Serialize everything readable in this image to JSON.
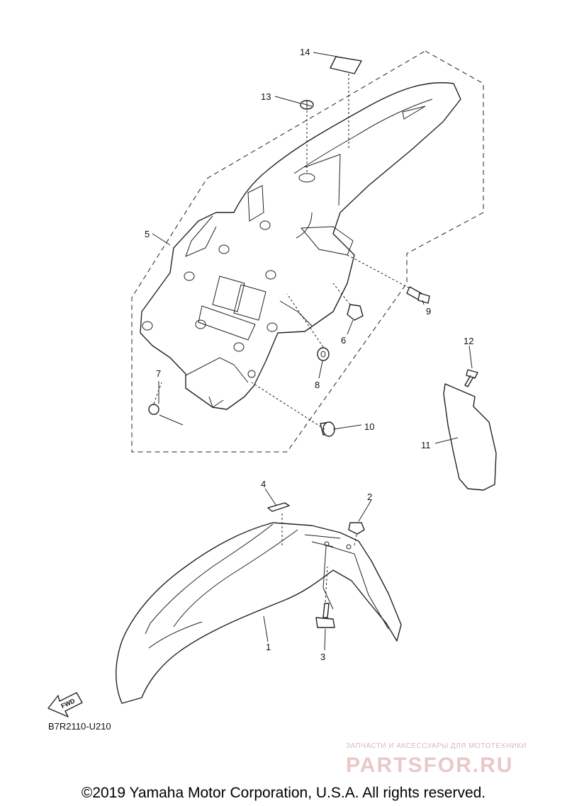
{
  "diagram": {
    "callouts": [
      {
        "id": "c1",
        "label": "1"
      },
      {
        "id": "c2",
        "label": "2"
      },
      {
        "id": "c3",
        "label": "3"
      },
      {
        "id": "c4",
        "label": "4"
      },
      {
        "id": "c5",
        "label": "5"
      },
      {
        "id": "c6",
        "label": "6"
      },
      {
        "id": "c7",
        "label": "7"
      },
      {
        "id": "c8",
        "label": "8"
      },
      {
        "id": "c9",
        "label": "9"
      },
      {
        "id": "c10",
        "label": "10"
      },
      {
        "id": "c11",
        "label": "11"
      },
      {
        "id": "c12",
        "label": "12"
      },
      {
        "id": "c13",
        "label": "13"
      },
      {
        "id": "c14",
        "label": "14"
      }
    ],
    "fwd_label": "FWD",
    "drawing_code": "B7R2110-U210"
  },
  "watermark": {
    "line1": "ЗАПЧАСТИ И АКСЕССУАРЫ ДЛЯ МОТОТЕХНИКИ",
    "line2": "PARTSFOR.RU"
  },
  "footer": {
    "copyright": "©2019 Yamaha Motor Corporation, U.S.A. All rights reserved."
  },
  "colors": {
    "line": "#222222",
    "watermark": "#e8c9c9"
  }
}
